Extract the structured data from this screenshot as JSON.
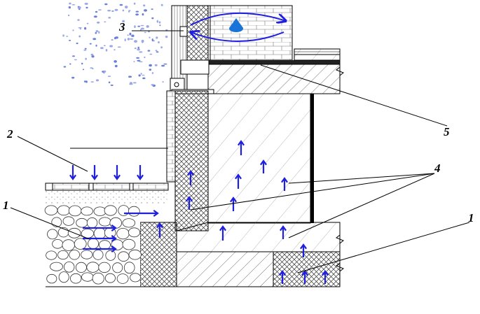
{
  "callouts": {
    "c3": "3",
    "c2": "2",
    "c1_left": "1",
    "c5": "5",
    "c4": "4",
    "c1_right": "1"
  },
  "colors": {
    "arrow": "#1f1fe0",
    "droplet": "#1a73d9",
    "hatch": "#000000",
    "line": "#000000"
  },
  "icons": {
    "water_droplet": "droplet-icon",
    "flow_arrows": "arrow-icon",
    "rain": "rain-dots"
  }
}
